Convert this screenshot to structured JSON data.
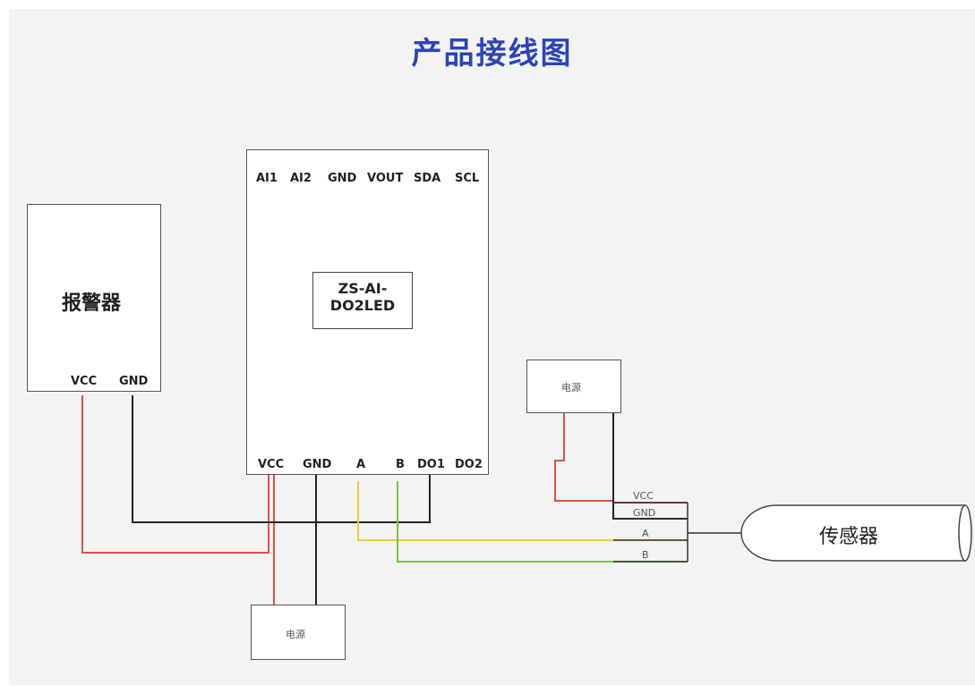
{
  "title": "产品接线图",
  "alarm": {
    "name": "报警器",
    "pins": [
      "VCC",
      "GND"
    ]
  },
  "module": {
    "name_line1": "ZS-AI-",
    "name_line2": "DO2LED",
    "top_pins": [
      "AI1",
      "AI2",
      "GND",
      "VOUT",
      "SDA",
      "SCL"
    ],
    "bottom_pins": [
      "VCC",
      "GND",
      "A",
      "B",
      "DO1",
      "DO2"
    ],
    "leds": [
      "#e53935",
      "#e0b020",
      "#43a82e",
      "#2a5bd7"
    ]
  },
  "power_top": {
    "label": "电源"
  },
  "power_bottom": {
    "label": "电源"
  },
  "sensor": {
    "label": "传感器"
  },
  "sensor_wires": [
    "VCC",
    "GND",
    "A",
    "B"
  ],
  "colors": {
    "title": "#2c44b8",
    "red_wire": "#e0504a",
    "black_wire": "#222222",
    "yellow_wire": "#e8cf35",
    "green_wire": "#7cc23d"
  }
}
